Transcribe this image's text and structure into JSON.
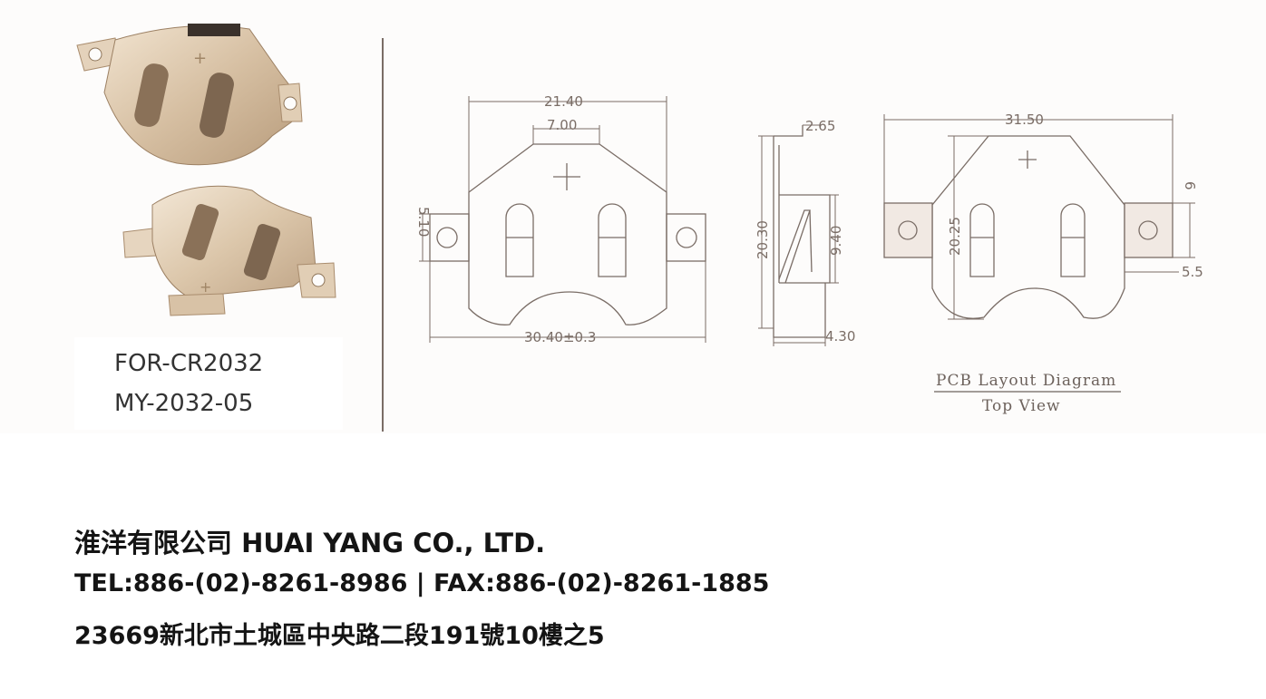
{
  "product": {
    "line1": "FOR-CR2032",
    "line2": "MY-2032-05"
  },
  "drawing": {
    "front_view": {
      "width_top": "21.40",
      "width_slot": "7.00",
      "tab_height": "5.10",
      "overall_width": "30.40±0.3"
    },
    "side_view": {
      "top_thickness": "2.65",
      "height": "20.30",
      "spring_height": "9.40",
      "base_depth": "4.30"
    },
    "pcb_layout": {
      "overall_width": "31.50",
      "height": "20.25",
      "pad_height": "6",
      "pad_width": "5.5",
      "caption_line1": "PCB Layout Diagram",
      "caption_line2": "Top View"
    }
  },
  "company": {
    "name": "淮洋有限公司 HUAI YANG CO., LTD.",
    "contact": "TEL:886-(02)-8261-8986 | FAX:886-(02)-8261-1885",
    "address": "23669新北市土城區中央路二段191號10樓之5"
  },
  "colors": {
    "line": "#7a6d66",
    "metal": "#d9c3a7",
    "text": "#141414"
  }
}
